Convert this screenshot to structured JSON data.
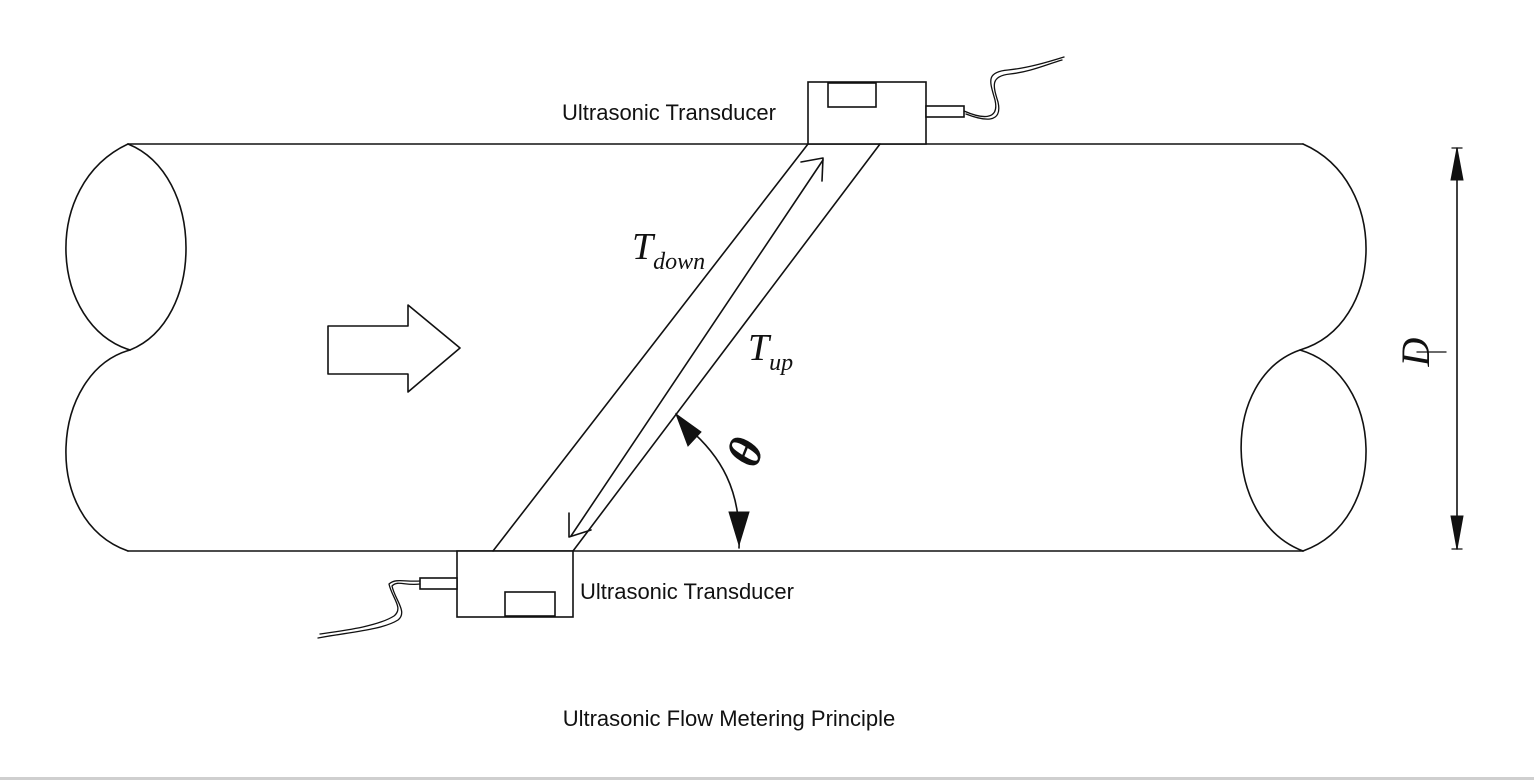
{
  "diagram": {
    "caption": "Ultrasonic Flow Metering Principle",
    "labels": {
      "transducer_top": "Ultrasonic Transducer",
      "transducer_bottom": "Ultrasonic Transducer",
      "t_down_main": "T",
      "t_down_sub": "down",
      "t_up_main": "T",
      "t_up_sub": "up",
      "angle": "θ",
      "diameter": "D"
    },
    "colors": {
      "ink": "#111111",
      "background": "#ffffff"
    },
    "icons": {
      "flow_direction": "flow-direction-arrow-icon",
      "transducer": "transducer-icon",
      "cable": "cable-icon"
    }
  }
}
